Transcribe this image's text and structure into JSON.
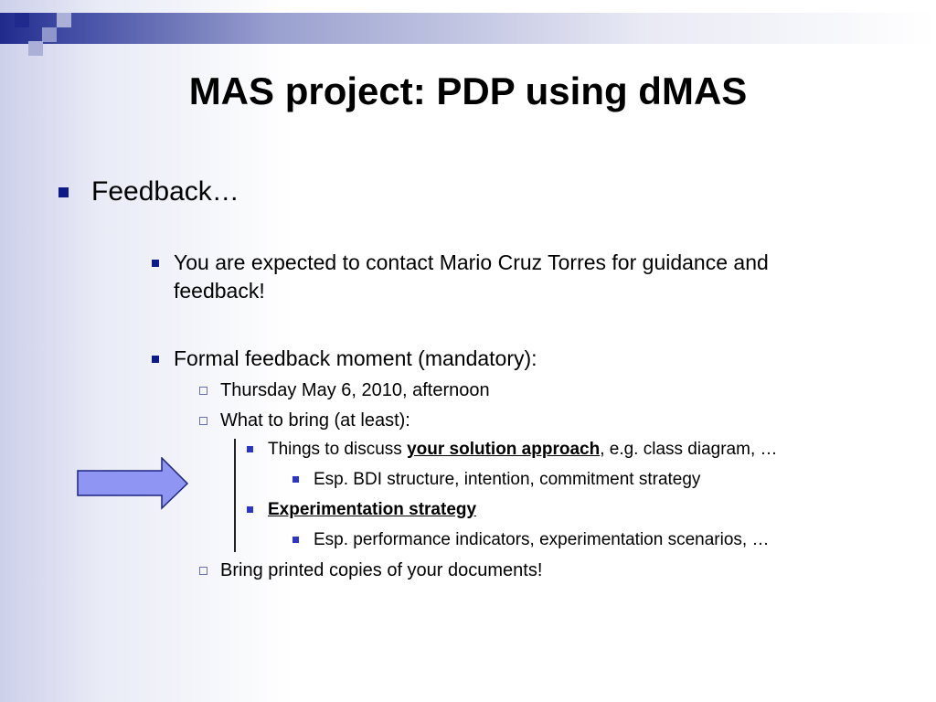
{
  "colors": {
    "accent_dark": "#0f1a8a",
    "band": "#1f2a8c",
    "arrow_fill": "#8f95f2",
    "arrow_stroke": "#1c2580"
  },
  "title": "MAS project: PDP using dMAS",
  "feedback": "Feedback…",
  "item_contact": {
    "line1": "You are expected to contact Mario Cruz Torres for guidance and",
    "line2": "feedback!"
  },
  "item_formal": "Formal feedback moment (mandatory):",
  "date_item": "Thursday May 6, 2010, afternoon",
  "bring_item": "What to bring (at least):",
  "discuss": {
    "prefix": "Things to discuss ",
    "emph": "your solution approach",
    "suffix": ", e.g. class diagram, …"
  },
  "bdi_item": "Esp. BDI structure, intention, commitment strategy",
  "experimentation": "Experimentation strategy",
  "performance_item": "Esp. performance indicators, experimentation scenarios, …",
  "printed_item": "Bring printed copies of your documents!",
  "icons": {
    "arrow": "right-arrow-icon",
    "square_bullet": "square-bullet-icon",
    "hollow_bullet": "hollow-square-bullet-icon"
  }
}
